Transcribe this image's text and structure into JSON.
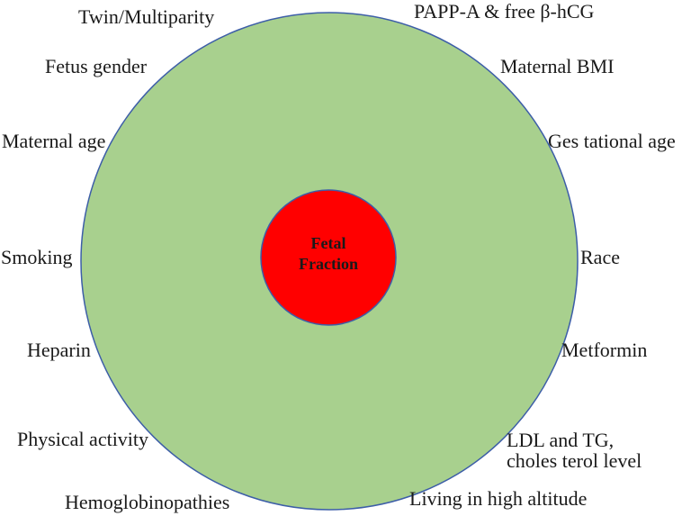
{
  "colors": {
    "outer_fill": "#a8d08e",
    "outer_stroke": "#3d5ea8",
    "inner_fill": "#ff0000",
    "inner_stroke": "#3d5ea8"
  },
  "center": {
    "line1": "Fetal",
    "line2": "Fraction"
  },
  "factors": {
    "twin_multiparity": "Twin/Multiparity",
    "papp_a": "PAPP-A & free β-hCG",
    "fetus_gender": "Fetus gender",
    "maternal_bmi": "Maternal BMI",
    "maternal_age": "Maternal age",
    "gestational_age": "Ges tational age",
    "smoking": "Smoking",
    "race": "Race",
    "heparin": "Heparin",
    "metformin": "Metformin",
    "physical_activity": "Physical activity",
    "ldl_tg_line1": "LDL and TG,",
    "ldl_tg_line2": "choles terol level",
    "hemoglobinopathies": "Hemoglobinopathies",
    "high_altitude": "Living in high altitude"
  }
}
